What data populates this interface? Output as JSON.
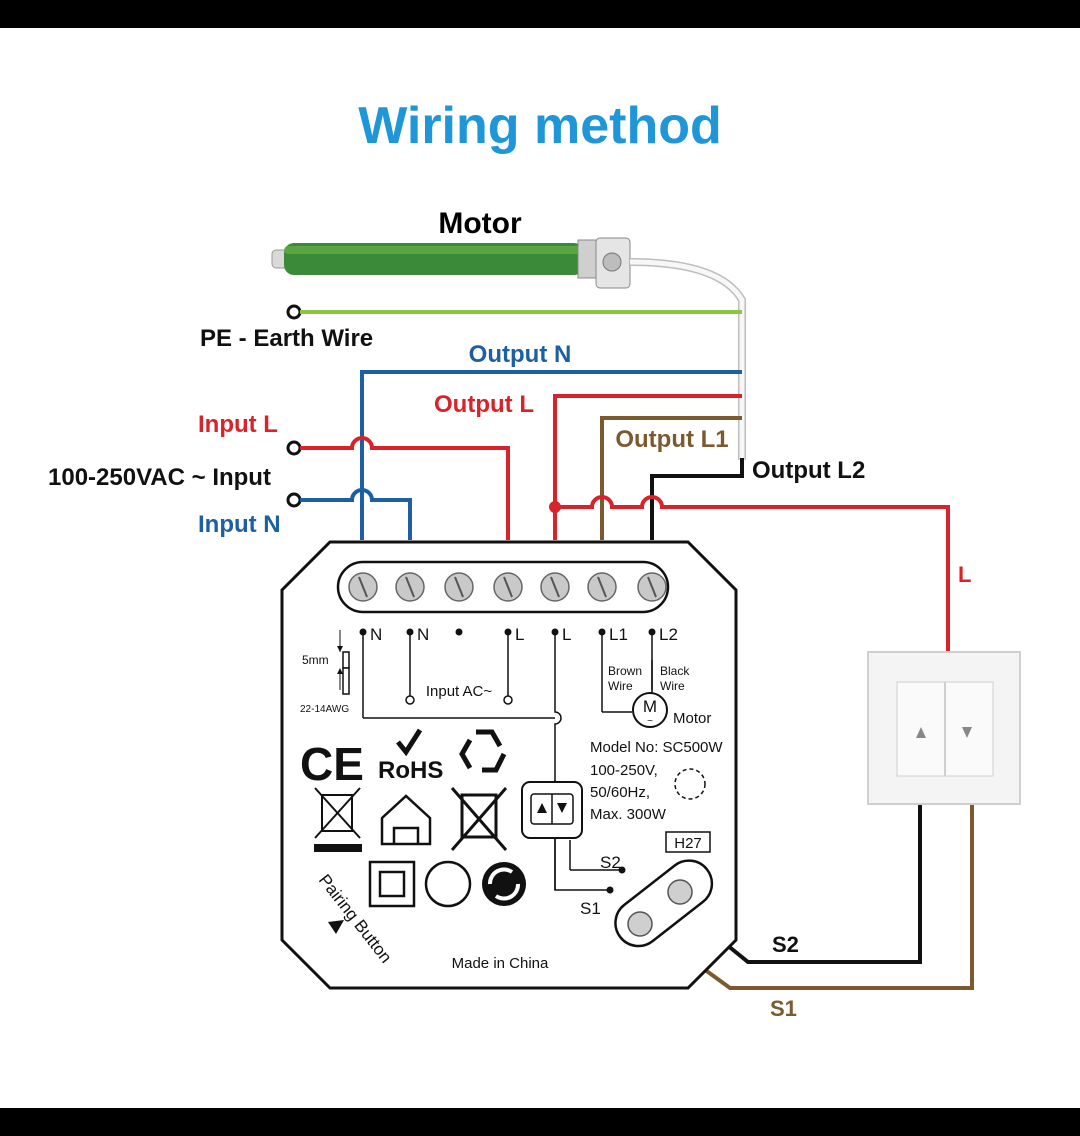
{
  "title": "Wiring method",
  "motor": {
    "label": "Motor",
    "pe_label": "PE - Earth Wire"
  },
  "wires": {
    "output_n": "Output N",
    "output_l": "Output L",
    "output_l1": "Output L1",
    "output_l2": "Output L2",
    "input_l": "Input L",
    "input_supply": "100-250VAC ~ Input",
    "input_n": "Input N",
    "switch_l": "L",
    "s1": "S1",
    "s2": "S2"
  },
  "device": {
    "terminals": [
      "N",
      "N",
      "",
      "L",
      "L",
      "L1",
      "L2"
    ],
    "strip_label": "5mm",
    "awg": "22-14AWG",
    "input_ac": "Input  AC~",
    "brown_wire": "Brown\nWire",
    "black_wire": "Black\nWire",
    "motor_label": "Motor",
    "motor_symbol": "M",
    "model": "Model No: SC500W",
    "spec1": "100-250V,",
    "spec2": "50/60Hz,",
    "spec3": "Max. 300W",
    "hw_code": "H27",
    "s2": "S2",
    "s1": "S1",
    "pairing": "Pairing Button",
    "made_in": "Made in China",
    "ce": "CE",
    "rohs": "RoHS"
  },
  "colors": {
    "title": "#1e96d8",
    "blue_wire": "#1d5fa3",
    "red_wire": "#d8232a",
    "brown_wire": "#7a5a2e",
    "black_wire": "#111111",
    "earth_wire": "#8cc63f",
    "motor_tube": "#3a8a3a"
  }
}
